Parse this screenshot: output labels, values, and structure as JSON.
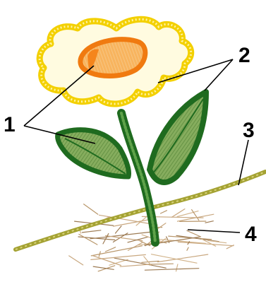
{
  "callouts": {
    "c1": "1",
    "c2": "2",
    "c3": "3",
    "c4": "4"
  },
  "colors": {
    "petal_fill": "#fff9c4",
    "petal_stitch": "#f5d400",
    "center_fill": "#f6b25a",
    "center_stitch": "#f07a10",
    "leaf_fill": "#7fa85a",
    "leaf_stitch": "#1f6b1f",
    "stem": "#2e7a2a",
    "ground_line": "#a8a638",
    "soil": "#b8966a",
    "label": "#000000"
  }
}
